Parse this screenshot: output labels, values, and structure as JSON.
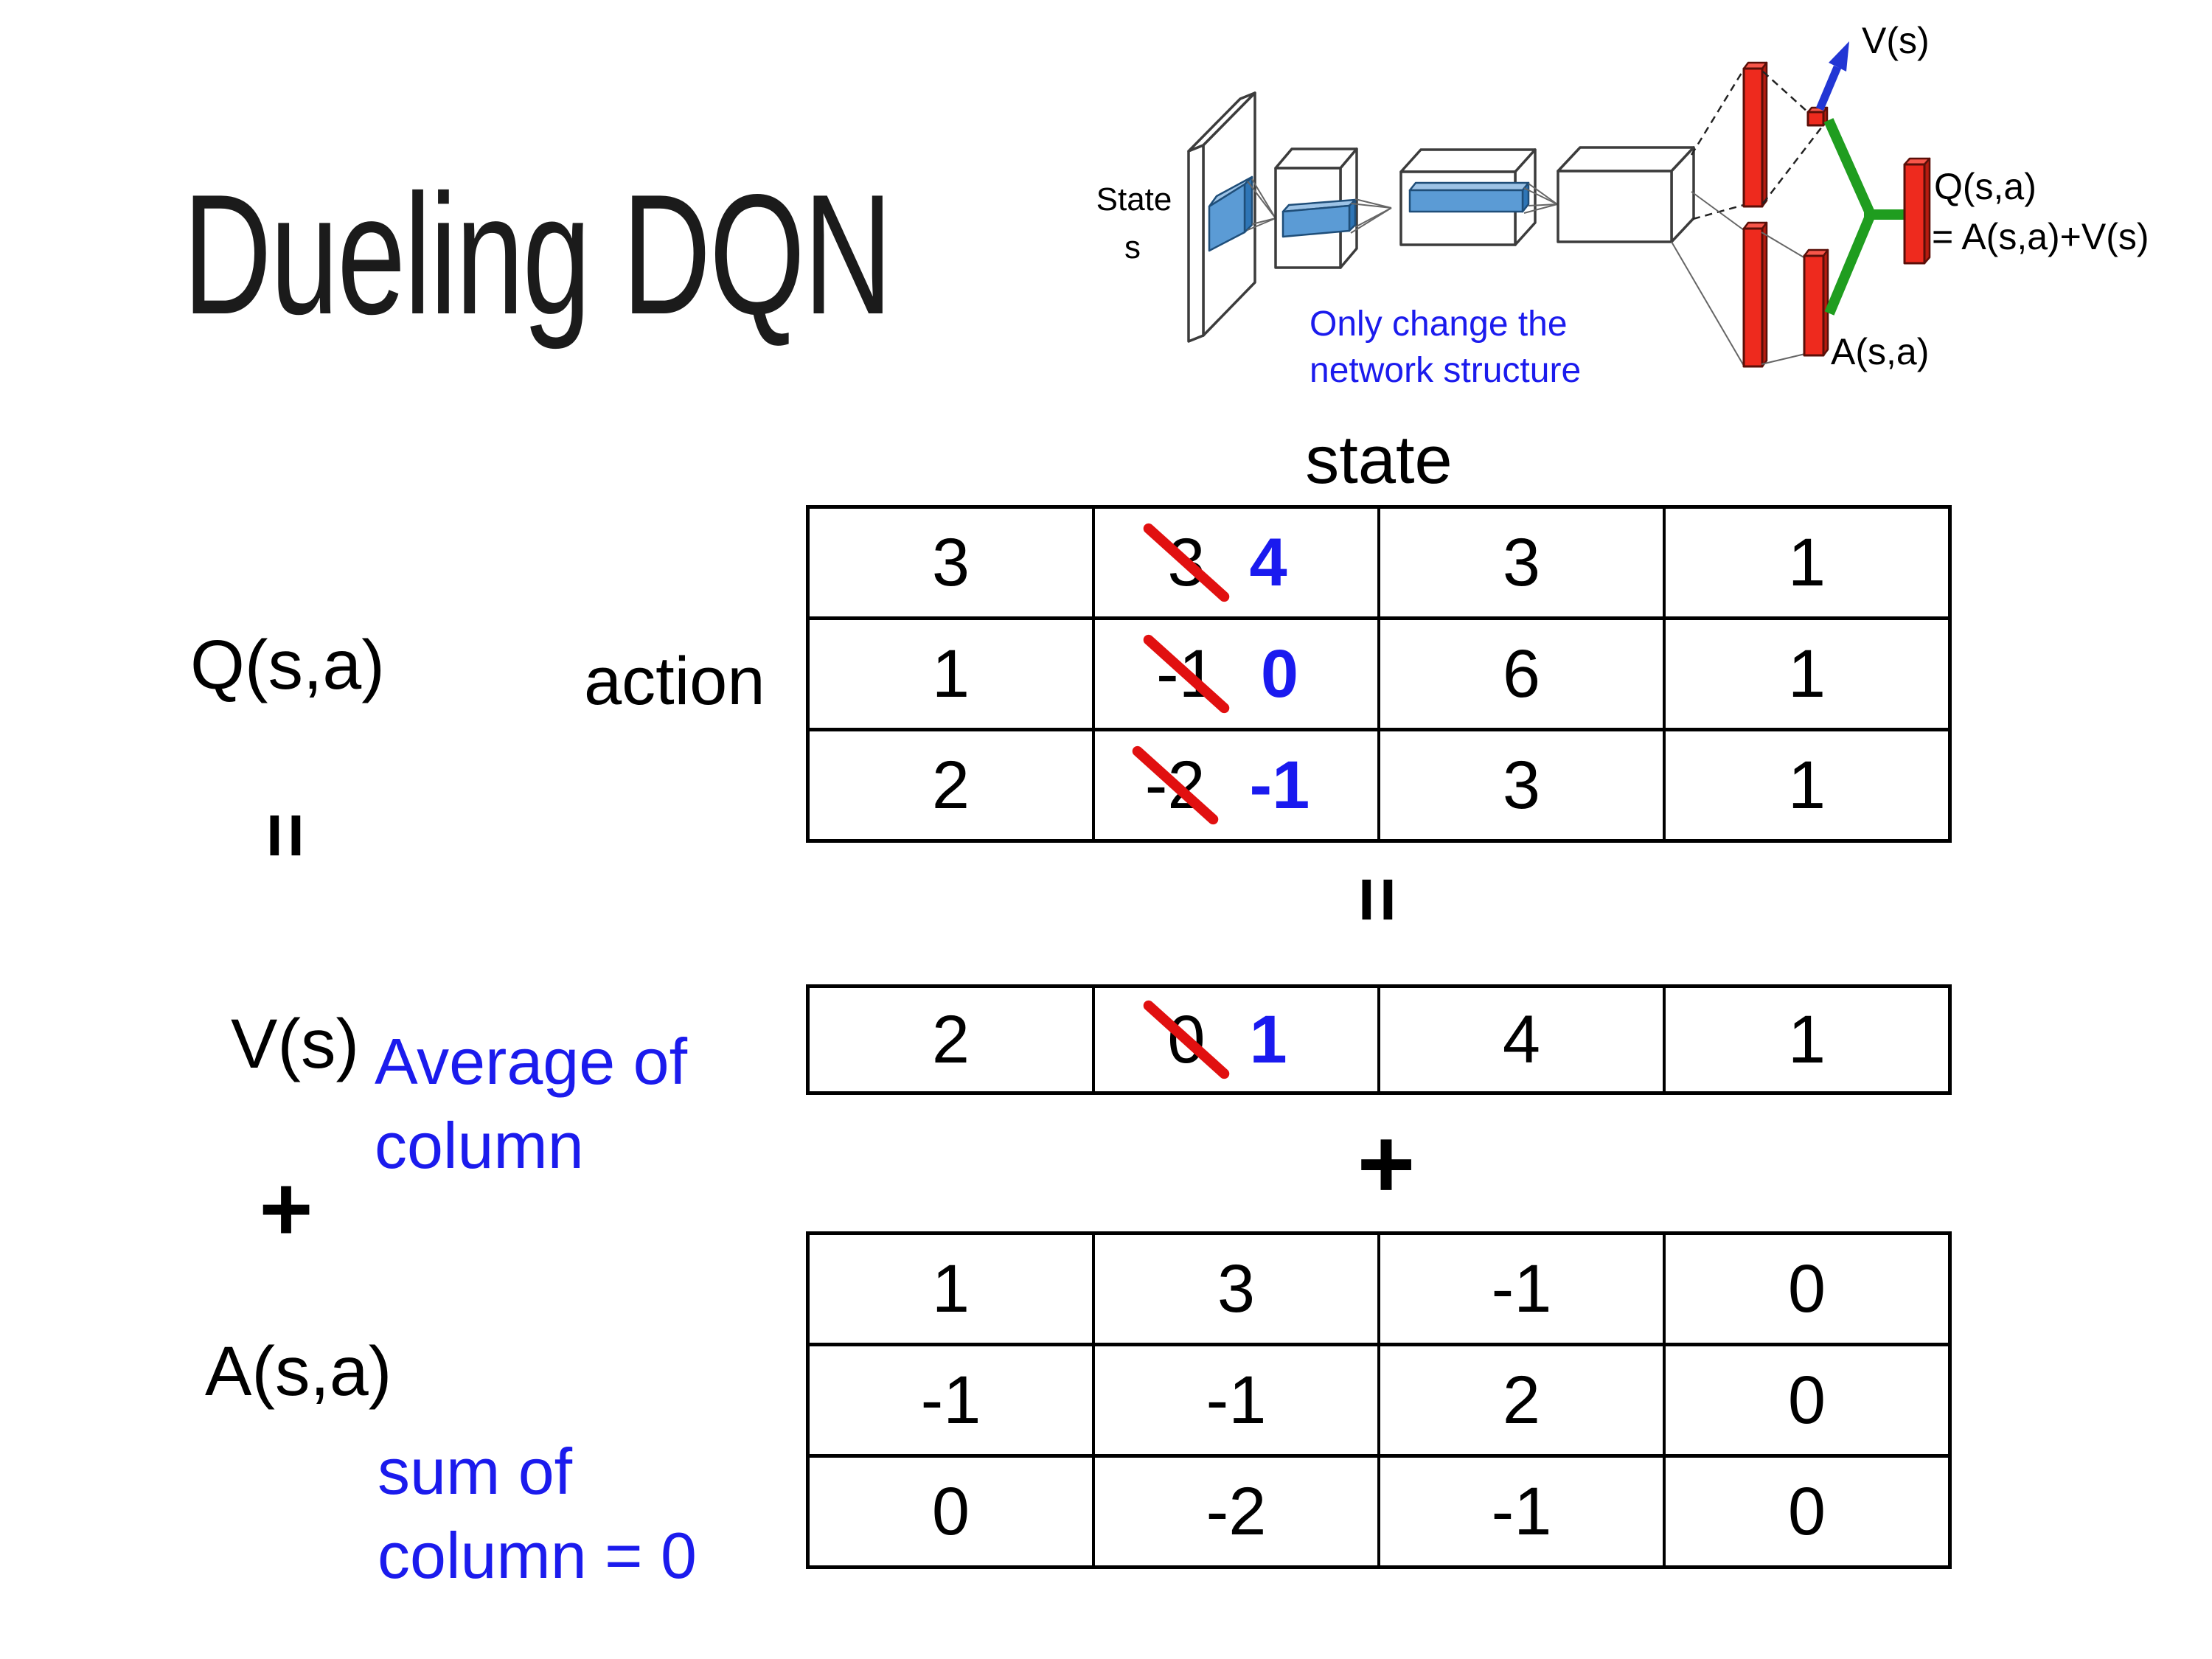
{
  "slide": {
    "title": "Dueling DQN"
  },
  "colors": {
    "strike_red": "#e11010",
    "highlight_blue": "#1a1aef",
    "annotation_blue": "#1b1bed",
    "diagram_green": "#1f9d1f",
    "bar_red": "#ee2a1e",
    "slab_blue": "#5b9bd5",
    "arrow_blue": "#2236d4"
  },
  "diagram": {
    "input_label_line1": "State",
    "input_label_line2": "s",
    "v_output_label": "V(s)",
    "a_output_label": "A(s,a)",
    "q_output_label_line1": "Q(s,a)",
    "q_output_label_line2": "= A(s,a)+V(s)",
    "note_line1": "Only change the",
    "note_line2": "network structure"
  },
  "equation": {
    "q_label": "Q(s,a)",
    "action_label": "action",
    "state_label": "state",
    "equals": "=",
    "plus": "+",
    "v_label": "V(s)",
    "a_label": "A(s,a)",
    "v_note_line1": "Average of",
    "v_note_line2": "column",
    "a_note_line1": "sum of",
    "a_note_line2": "column = 0"
  },
  "q_table": {
    "rows": [
      [
        {
          "v": "3"
        },
        {
          "old": "3",
          "new": "4"
        },
        {
          "v": "3"
        },
        {
          "v": "1"
        }
      ],
      [
        {
          "v": "1"
        },
        {
          "old": "-1",
          "new": "0"
        },
        {
          "v": "6"
        },
        {
          "v": "1"
        }
      ],
      [
        {
          "v": "2"
        },
        {
          "old": "-2",
          "new": "-1"
        },
        {
          "v": "3"
        },
        {
          "v": "1"
        }
      ]
    ]
  },
  "v_table": {
    "rows": [
      [
        {
          "v": "2"
        },
        {
          "old": "0",
          "new": "1"
        },
        {
          "v": "4"
        },
        {
          "v": "1"
        }
      ]
    ]
  },
  "a_table": {
    "rows": [
      [
        {
          "v": "1"
        },
        {
          "v": "3"
        },
        {
          "v": "-1"
        },
        {
          "v": "0"
        }
      ],
      [
        {
          "v": "-1"
        },
        {
          "v": "-1"
        },
        {
          "v": "2"
        },
        {
          "v": "0"
        }
      ],
      [
        {
          "v": "0"
        },
        {
          "v": "-2"
        },
        {
          "v": "-1"
        },
        {
          "v": "0"
        }
      ]
    ]
  }
}
